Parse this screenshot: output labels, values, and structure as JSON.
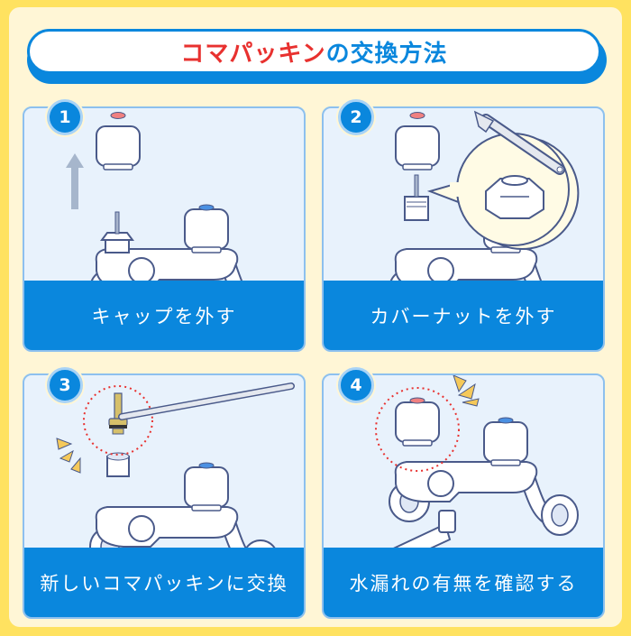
{
  "title": {
    "highlight": "コマパッキン",
    "rest": "の交換方法",
    "highlight_color": "#e8312f",
    "main_color": "#0a87dd"
  },
  "colors": {
    "outer_border": "#ffe260",
    "background": "#fff6d6",
    "panel_bg": "#e8f2fc",
    "caption_bg": "#0a87dd",
    "badge_bg": "#0a87dd",
    "hot_marker": "#f08080",
    "cold_marker": "#4a90e2",
    "highlight_circle": "#e8312f",
    "emphasis_marks": "#f5c95a"
  },
  "steps": [
    {
      "number": "1",
      "caption": "キャップを外す",
      "illustration": "faucet-cap-removed-arrow-up"
    },
    {
      "number": "2",
      "caption": "カバーナットを外す",
      "illustration": "faucet-wrench-cover-nut-callout"
    },
    {
      "number": "3",
      "caption": "新しいコマパッキンに交換",
      "illustration": "tweezers-holding-new-packing"
    },
    {
      "number": "4",
      "caption": "水漏れの有無を確認する",
      "illustration": "faucet-check-leak-circle"
    }
  ]
}
